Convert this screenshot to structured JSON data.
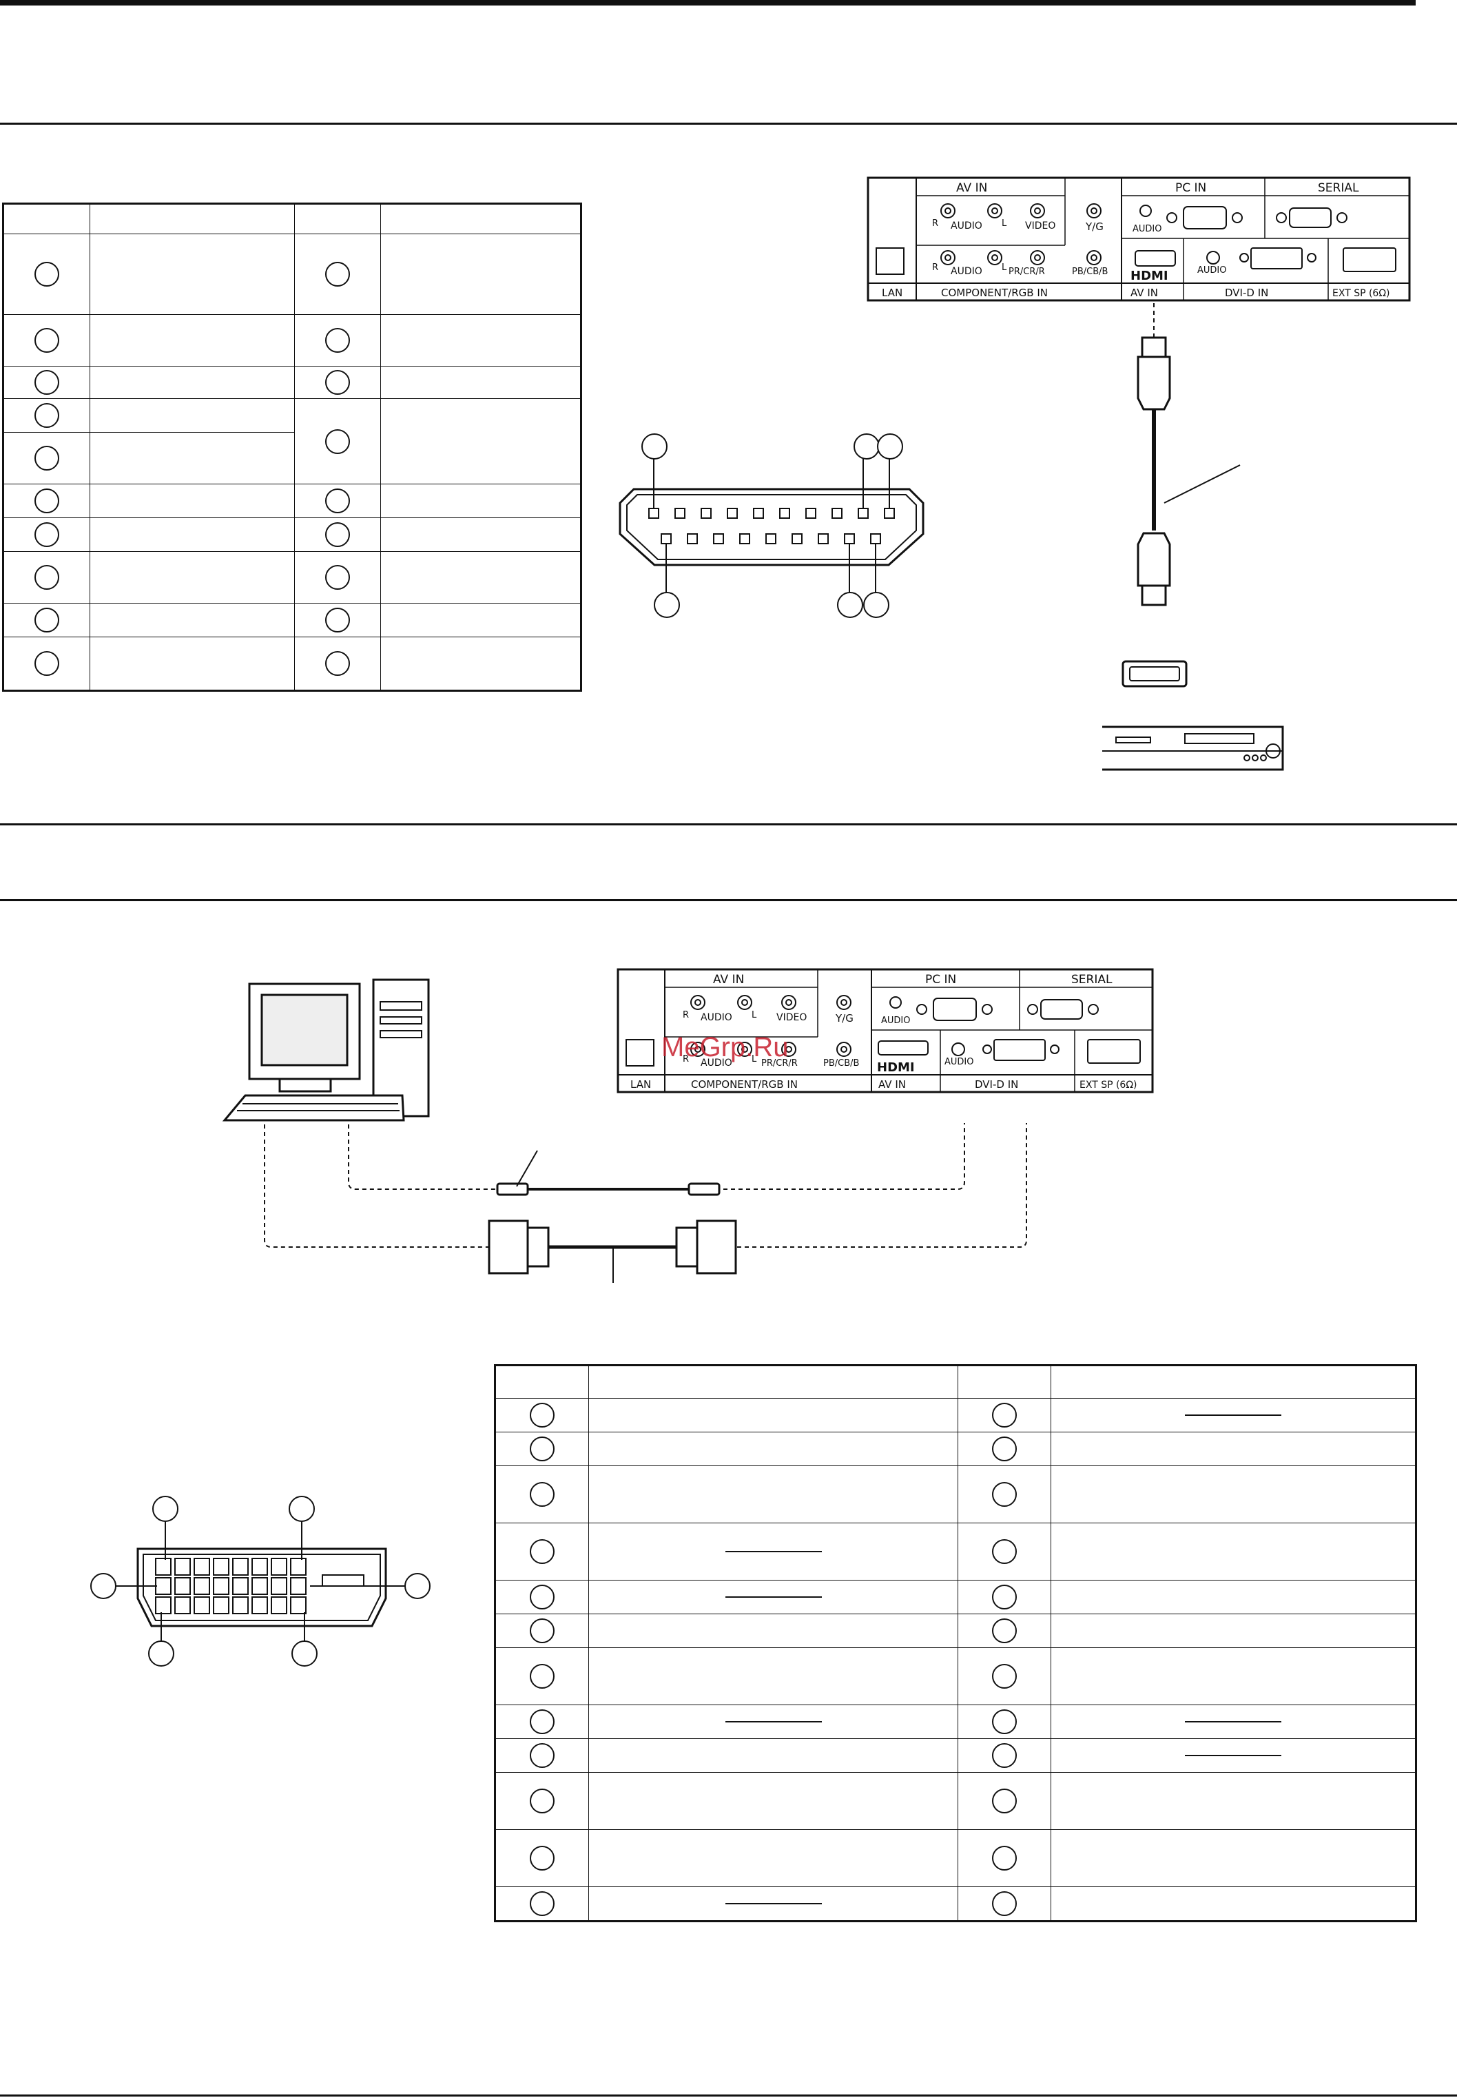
{
  "panel": {
    "av_in": "AV IN",
    "pc_in": "PC IN",
    "serial": "SERIAL",
    "audio_r": "R",
    "audio_label": "AUDIO",
    "audio_l": "L",
    "video": "VIDEO",
    "yg": "Y/G",
    "audio": "AUDIO",
    "pr": "PR/CR/R",
    "pb": "PB/CB/B",
    "hdmi": "HDMI",
    "lan": "LAN",
    "component": "COMPONENT/RGB  IN",
    "av_in_bottom": "AV IN",
    "dvi_in": "DVI-D IN",
    "ext_sp": "EXT SP (6Ω)"
  },
  "watermark": "MeGrp.Ru"
}
